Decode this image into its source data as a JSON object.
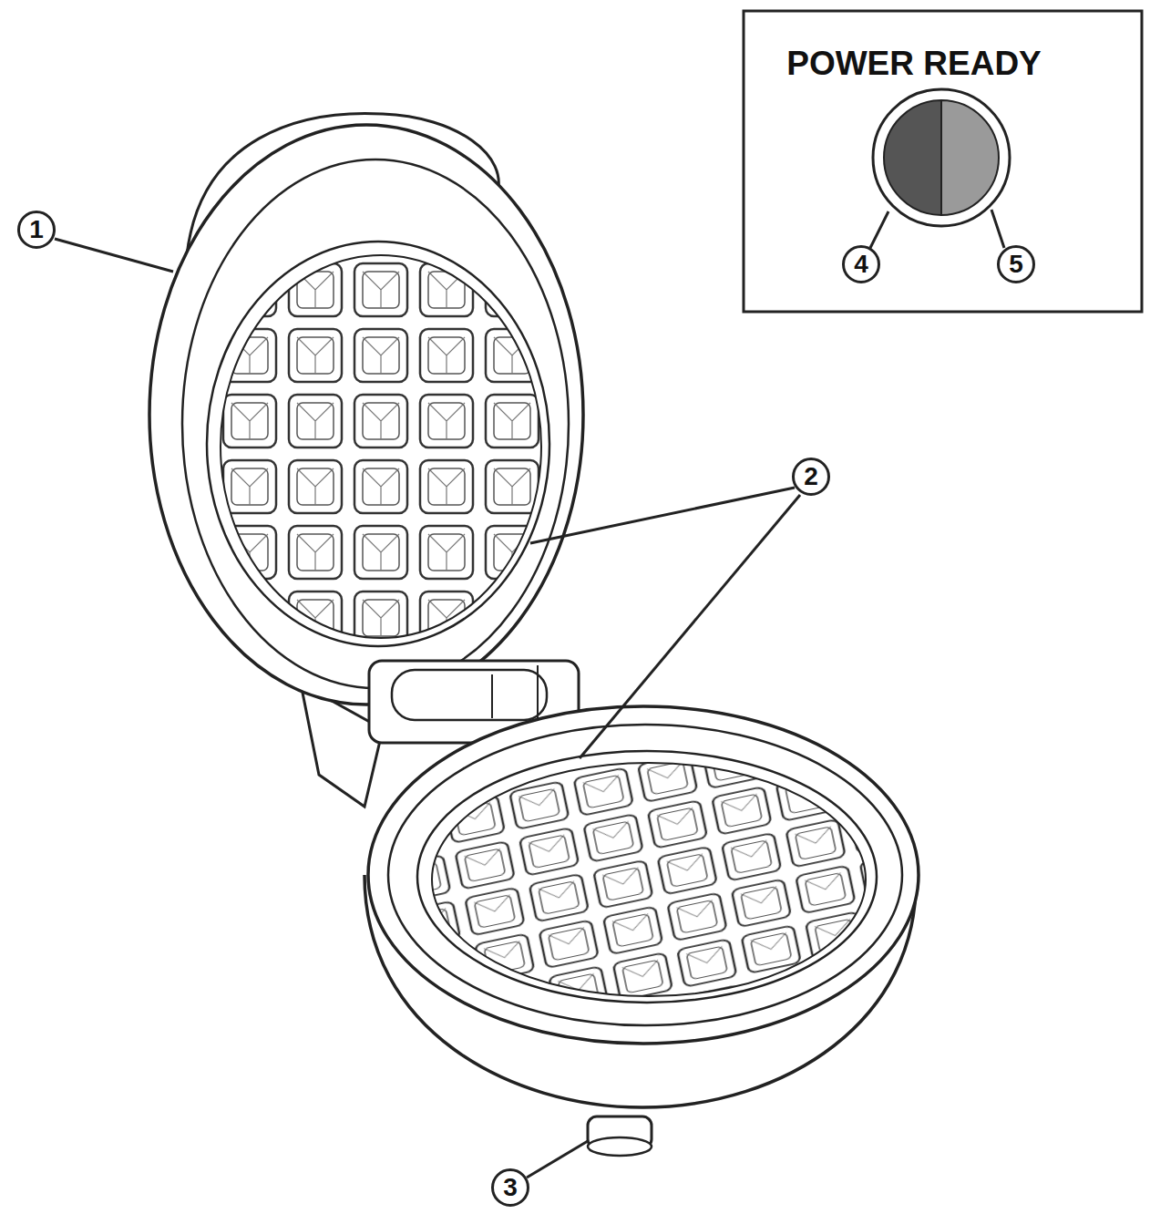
{
  "diagram": {
    "labels": [
      "POWER READY",
      "1",
      "2",
      "3",
      "4",
      "5"
    ]
  }
}
